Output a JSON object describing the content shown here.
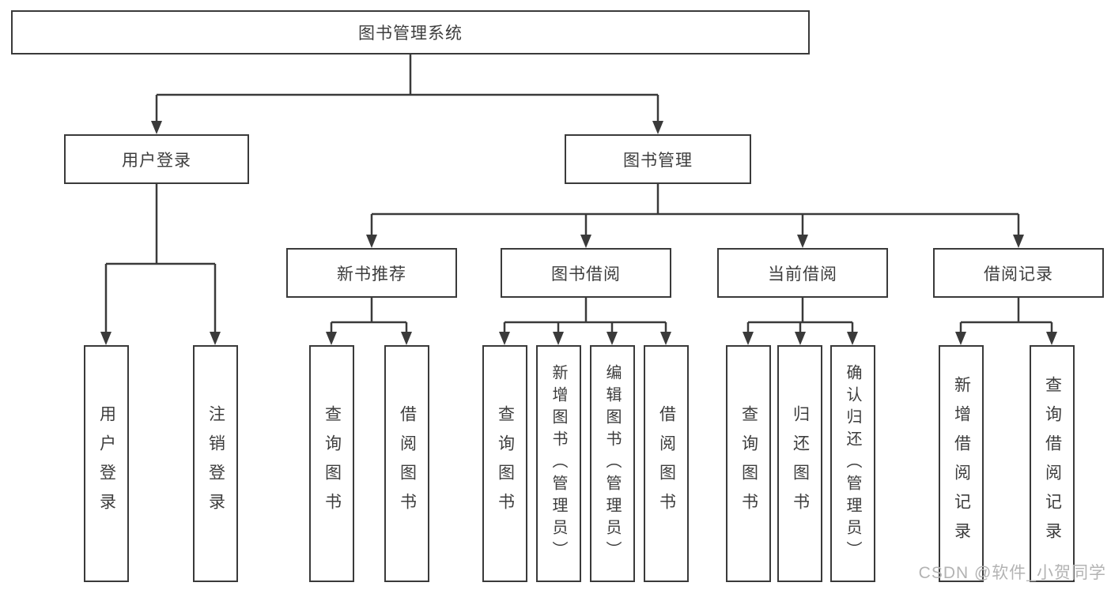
{
  "diagram": {
    "root": {
      "label": "图书管理系统",
      "children": [
        {
          "label": "用户登录",
          "children": [
            {
              "label": "用户登录"
            },
            {
              "label": "注销登录"
            }
          ]
        },
        {
          "label": "图书管理",
          "children": [
            {
              "label": "新书推荐",
              "children": [
                {
                  "label": "查询图书"
                },
                {
                  "label": "借阅图书"
                }
              ]
            },
            {
              "label": "图书借阅",
              "children": [
                {
                  "label": "查询图书"
                },
                {
                  "label": "新增图书（管理员）"
                },
                {
                  "label": "编辑图书（管理员）"
                },
                {
                  "label": "借阅图书"
                }
              ]
            },
            {
              "label": "当前借阅",
              "children": [
                {
                  "label": "查询图书"
                },
                {
                  "label": "归还图书"
                },
                {
                  "label": "确认归还（管理员）"
                }
              ]
            },
            {
              "label": "借阅记录",
              "children": [
                {
                  "label": "新增借阅记录"
                },
                {
                  "label": "查询借阅记录"
                }
              ]
            }
          ]
        }
      ]
    }
  },
  "watermark": {
    "text": "CSDN @软件_小贺同学"
  },
  "colors": {
    "line": "#3a3a3a",
    "text": "#3d3d3d",
    "watermark": "#b3b3b3",
    "background": "#ffffff"
  }
}
